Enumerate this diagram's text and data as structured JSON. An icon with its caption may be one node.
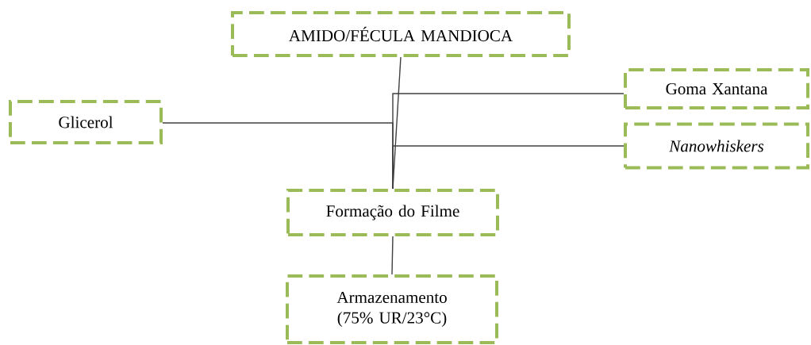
{
  "diagram": {
    "nodes": [
      {
        "text": [
          "AMIDO/FÉCULA MANDIOCA"
        ]
      },
      {
        "text": [
          "Goma Xantana"
        ]
      },
      {
        "text": [
          "Glicerol"
        ]
      },
      {
        "text": [
          "Nanowhiskers"
        ]
      },
      {
        "text": [
          "Formação do Filme"
        ]
      },
      {
        "text": [
          "Armazenamento (75% UR/23°C)"
        ]
      }
    ],
    "edges": [
      {
        "from": 0,
        "to": 4,
        "arrow": "none"
      },
      {
        "from": 1,
        "to": 4,
        "arrow": "none"
      },
      {
        "from": 2,
        "to": 4,
        "arrow": "none"
      },
      {
        "from": 3,
        "to": 4,
        "arrow": "none"
      },
      {
        "from": 4,
        "to": 5,
        "arrow": "none"
      }
    ]
  }
}
